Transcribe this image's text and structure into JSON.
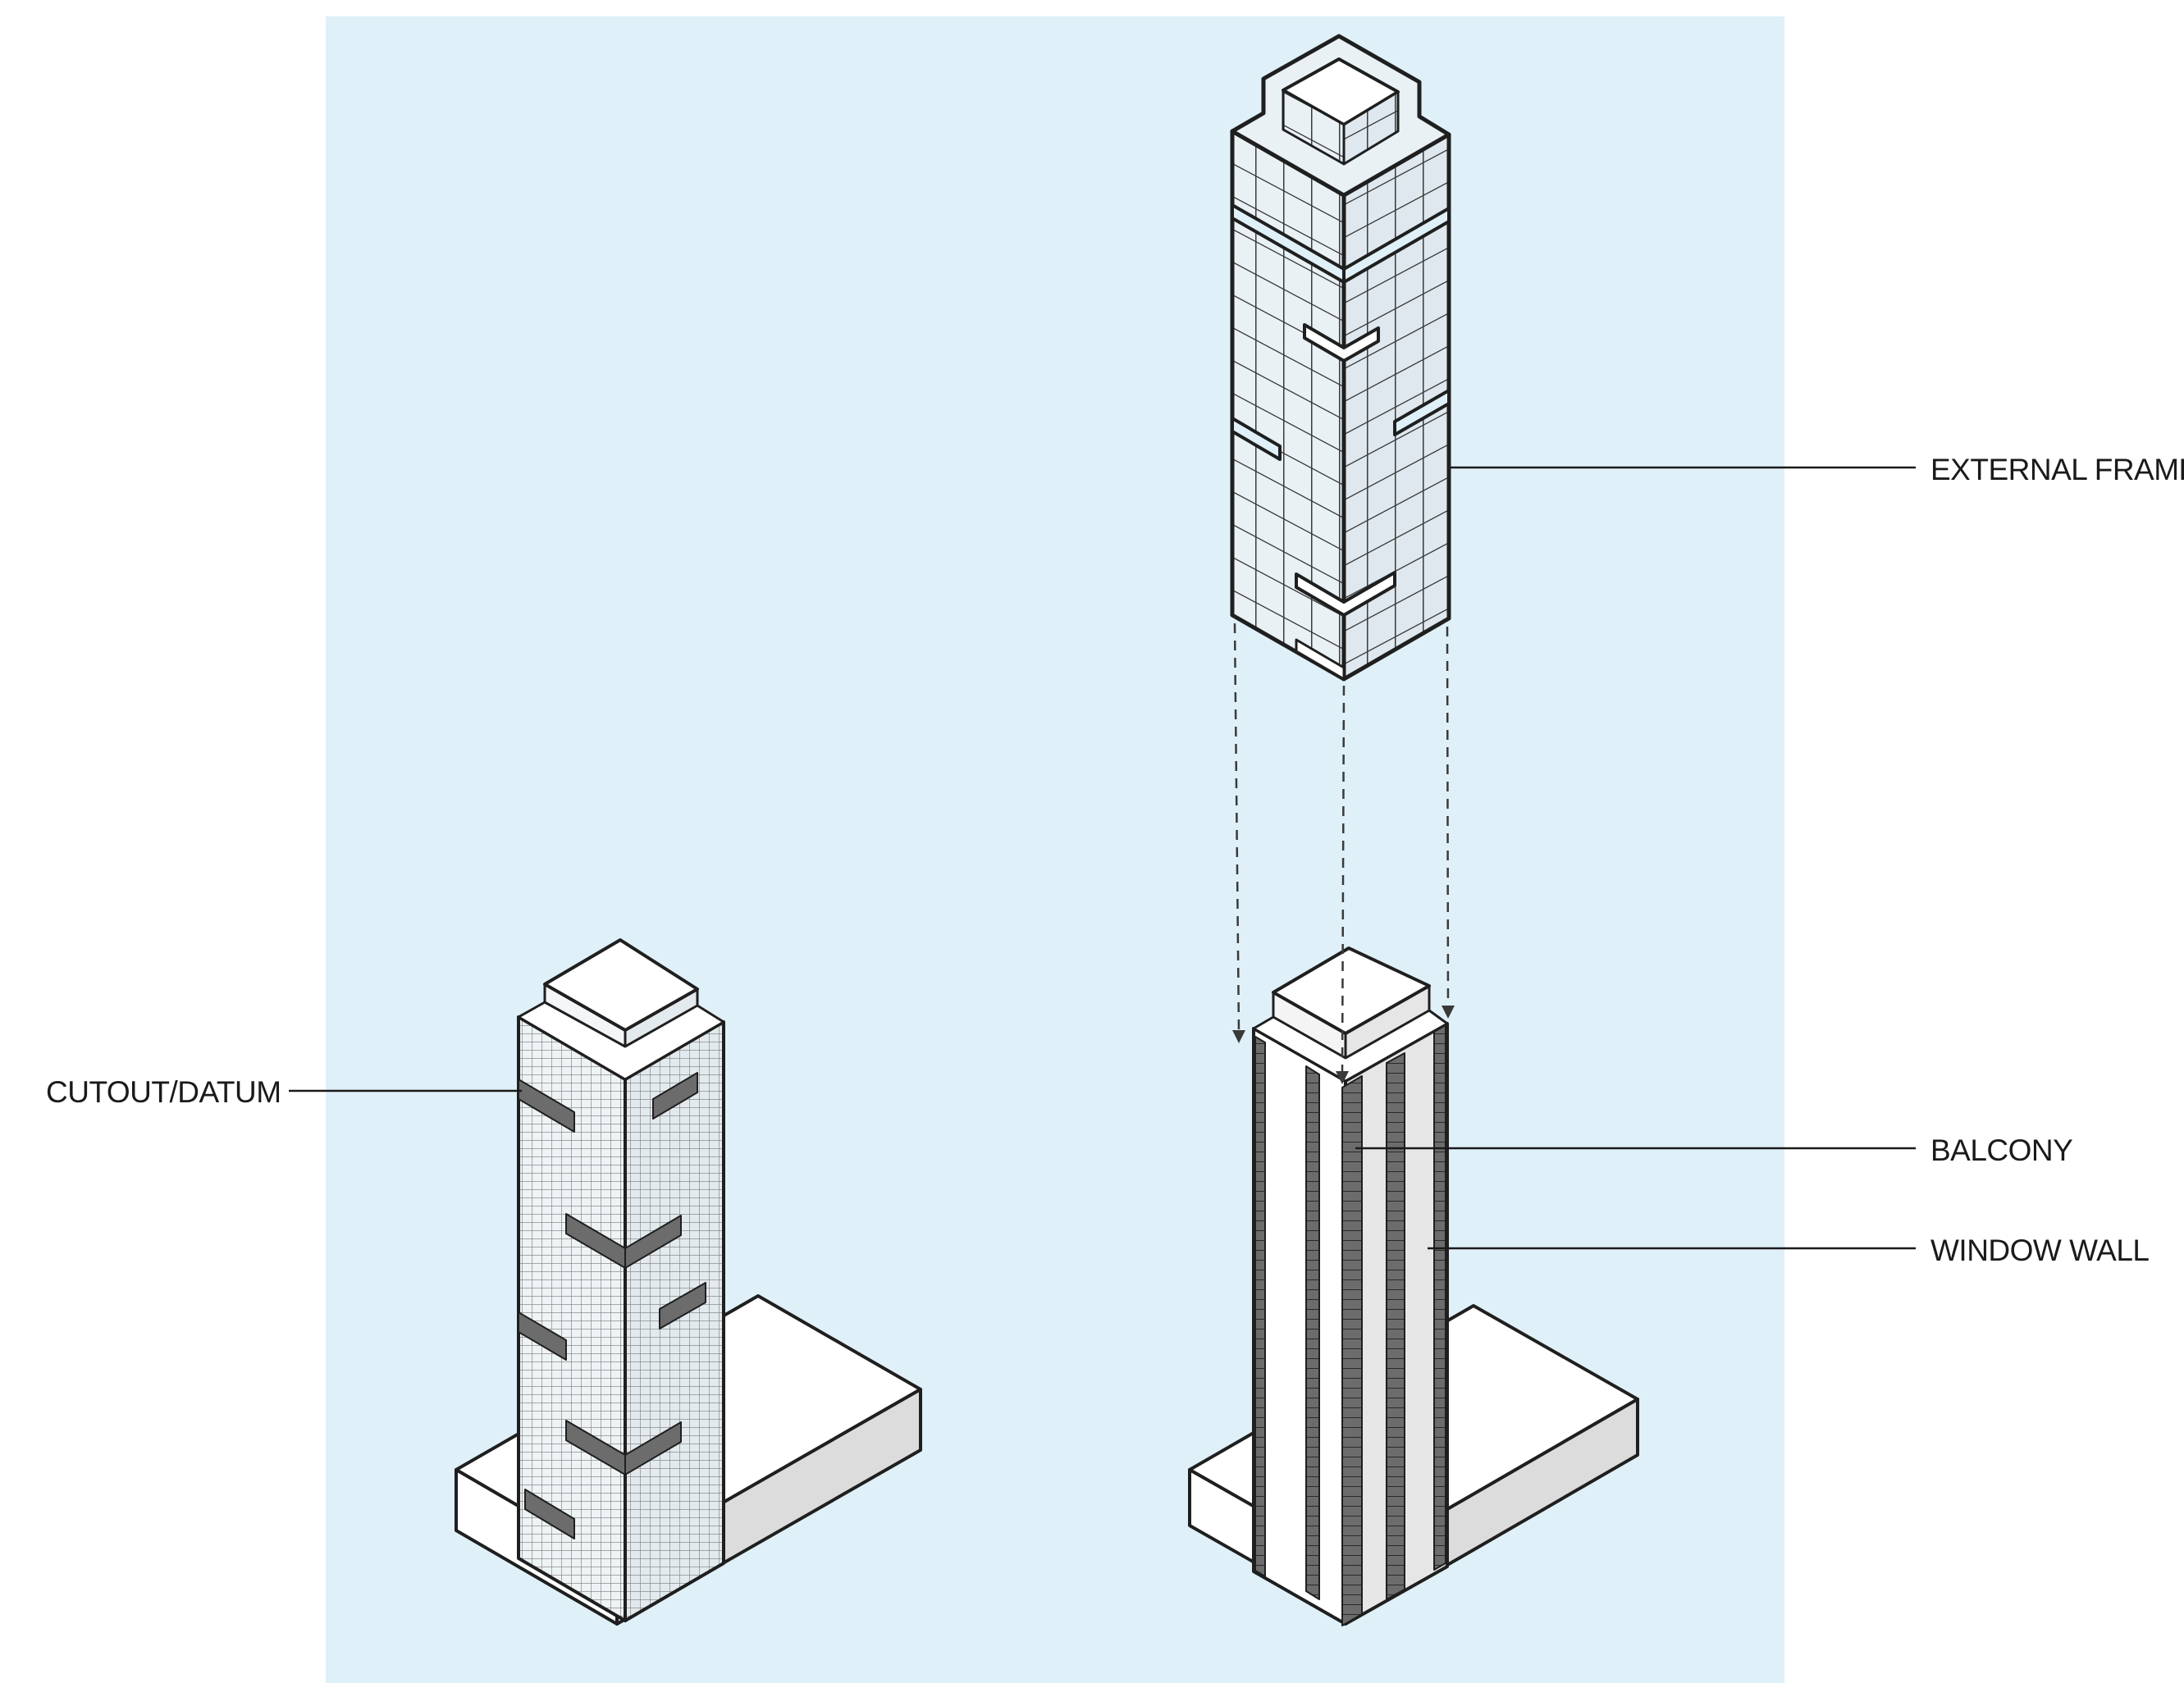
{
  "labels": {
    "external_frame": "EXTERNAL FRAME",
    "cutout_datum": "CUTOUT/DATUM",
    "balcony": "BALCONY",
    "window_wall": "WINDOW WALL"
  },
  "colors": {
    "panel_background": "#dff0f8",
    "glass": "#e6eef2",
    "glass_light": "#f2f6f8",
    "white_face": "#ffffff",
    "grey_face": "#dcdcdc",
    "dark_band": "#6c6c6c",
    "ink": "#1f1f1f"
  }
}
